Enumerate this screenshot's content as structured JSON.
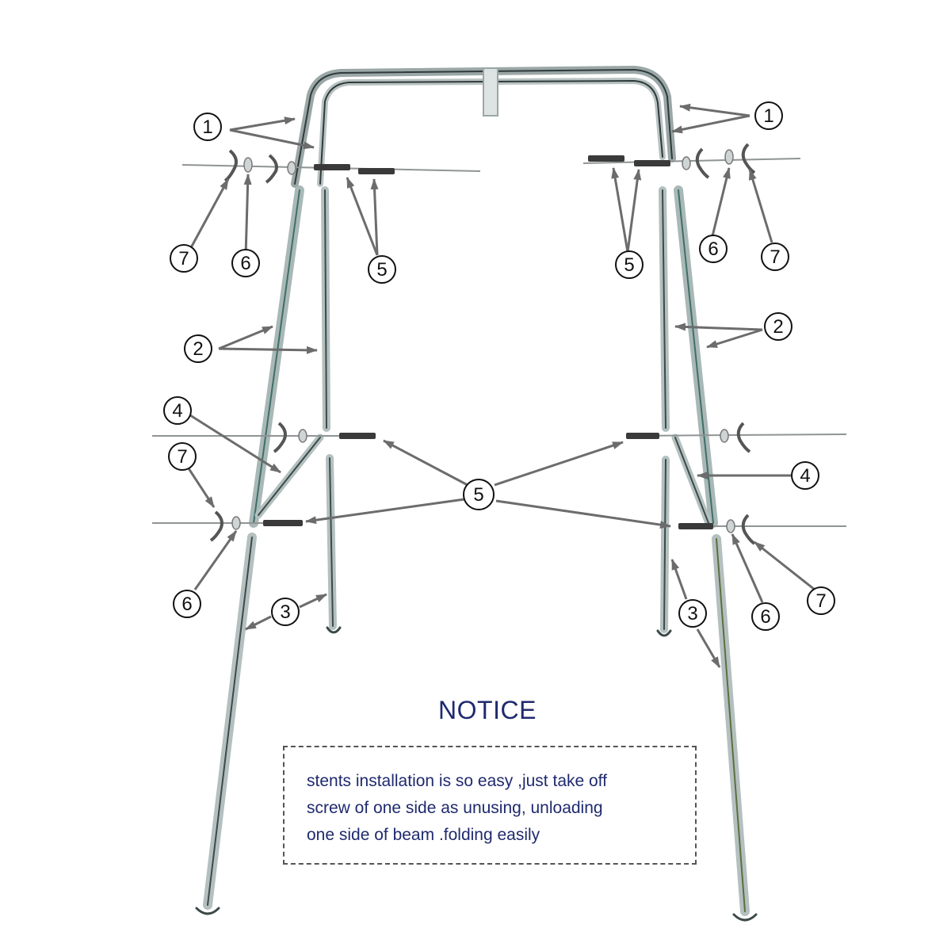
{
  "diagram": {
    "callout_labels": {
      "c1": "1",
      "c2": "2",
      "c3": "3",
      "c4": "4",
      "c5": "5",
      "c6": "6",
      "c7": "7"
    },
    "colors": {
      "tube": "#9aa7a6",
      "tube_dark": "#2f3a3a",
      "tube_accent": "#6d8c8a",
      "arrow": "#6c6c6c",
      "rod": "#8f9494",
      "bolt": "#3a3a3a",
      "notice_text": "#1f2a6e"
    }
  },
  "notice": {
    "title": "NOTICE",
    "lines": [
      "stents installation  is so easy ,just take off",
      "screw of one side as unusing,  unloading",
      "one side of  beam .folding easily"
    ]
  }
}
